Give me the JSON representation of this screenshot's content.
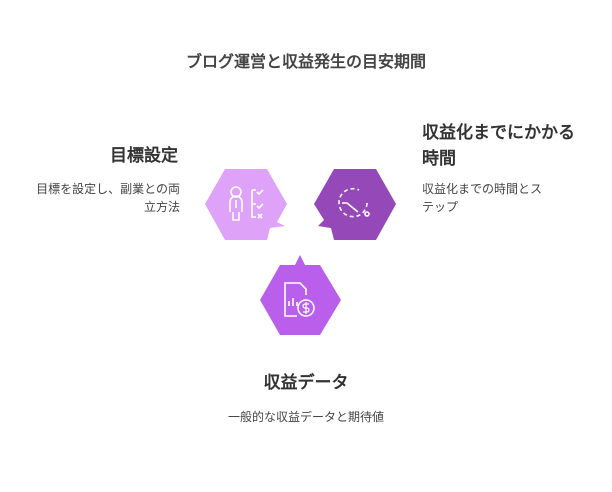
{
  "title": "ブログ運営と収益発生の目安期間",
  "items": [
    {
      "heading": "目標設定",
      "desc": "目標を設定し、副業との両立方法",
      "color": "#DEA2F8",
      "icon": "person-checklist-icon"
    },
    {
      "heading": "収益化までにかかる時間",
      "desc": "収益化までの時間とステップ",
      "color": "#9549B8",
      "icon": "clock-icon"
    },
    {
      "heading": "収益データ",
      "desc": "一般的な収益データと期待値",
      "color": "#BA5EEC",
      "icon": "document-dollar-icon"
    }
  ]
}
